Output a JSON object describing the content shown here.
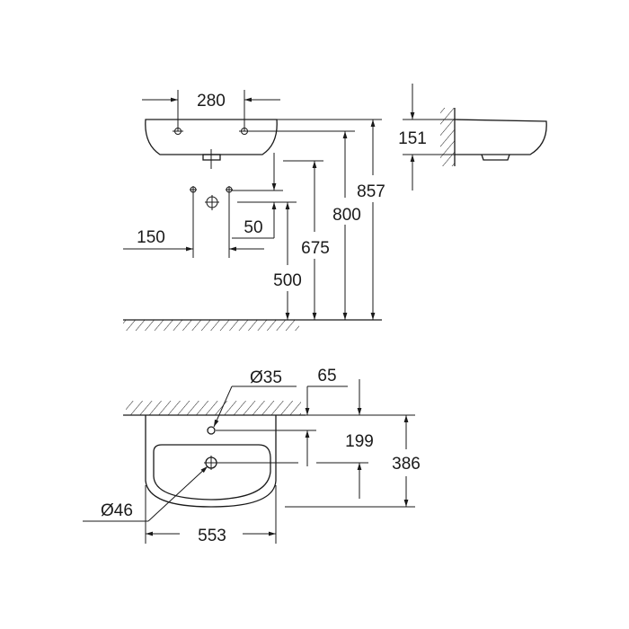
{
  "front_view": {
    "hole_spacing": "280",
    "height_top": "857",
    "height_holes": "800",
    "height_outlet": "675",
    "height_drain": "500",
    "supply_offset": "50",
    "supply_spacing": "150"
  },
  "side_view": {
    "depth": "151"
  },
  "top_view": {
    "tap_hole_diameter": "Ø35",
    "waste_diameter": "Ø46",
    "tap_hole_from_wall": "65",
    "waste_offset": "199",
    "projection": "386",
    "width": "553"
  },
  "colors": {
    "line": "#1a1a1a",
    "background": "#ffffff"
  }
}
